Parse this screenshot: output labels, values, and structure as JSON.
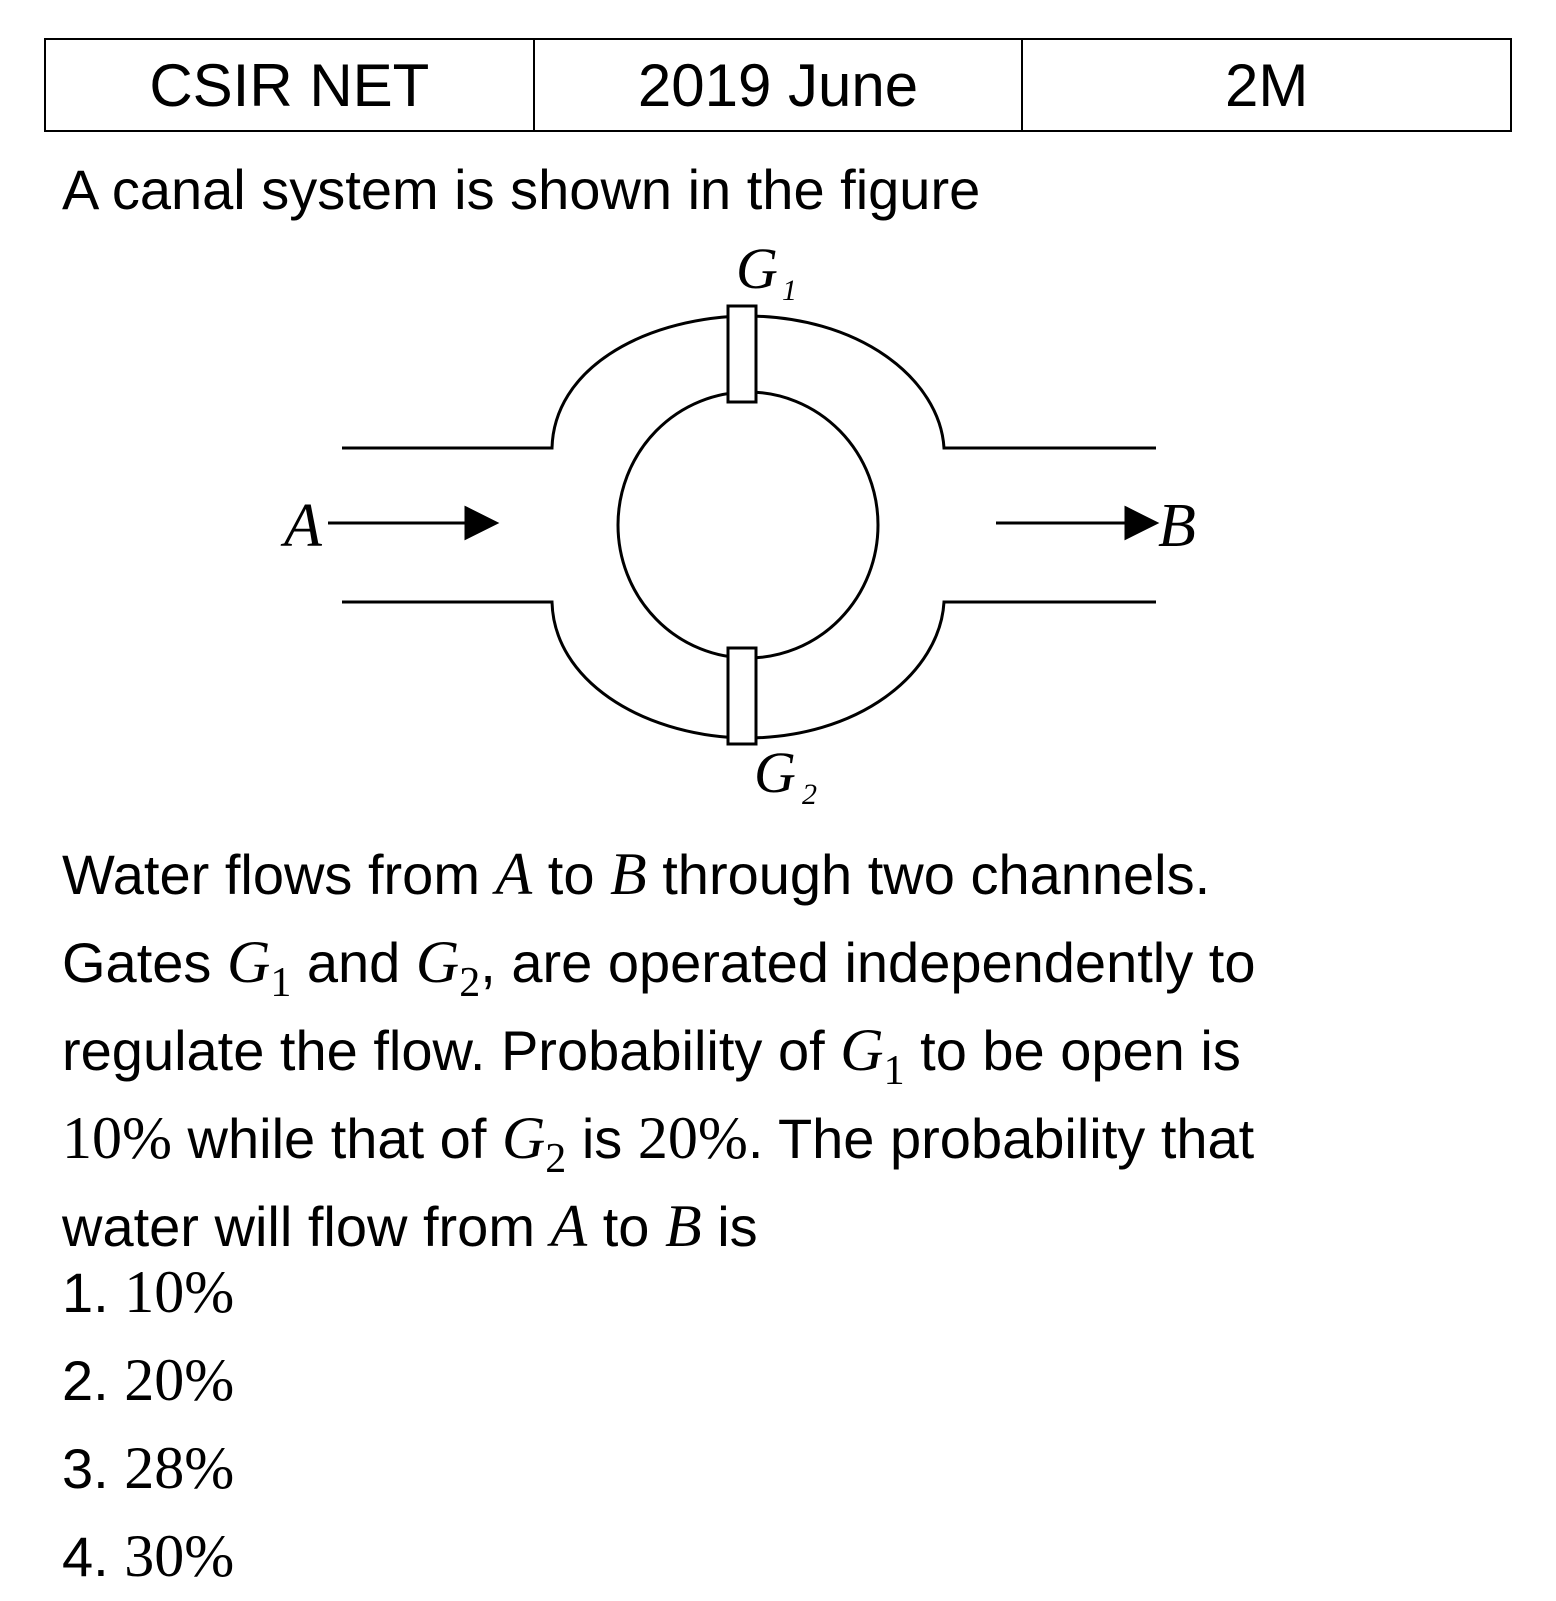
{
  "header": {
    "exam": "CSIR NET",
    "session": "2019 June",
    "marks": "2M"
  },
  "intro": "A canal system is shown in the figure",
  "figure": {
    "label_a": "A",
    "label_b": "B",
    "gate1": {
      "letter": "G",
      "sub": "1"
    },
    "gate2": {
      "letter": "G",
      "sub": "2"
    }
  },
  "question": {
    "l1_t1": "Water flows from ",
    "l1_v1": "A",
    "l1_t2": " to ",
    "l1_v2": "B",
    "l1_t3": " through two channels.",
    "l2_t1": "Gates ",
    "l2_g1": "G",
    "l2_g1s": "1",
    "l2_t2": " and ",
    "l2_g2": "G",
    "l2_g2s": "2",
    "l2_t3": ", are operated independently to",
    "l3_t1": "regulate the flow. Probability of ",
    "l3_g1": "G",
    "l3_g1s": "1",
    "l3_t2": " to be open is",
    "l4_n1": "10%",
    "l4_t1": " while that of ",
    "l4_g2": "G",
    "l4_g2s": "2",
    "l4_t2": " is ",
    "l4_n2": "20%",
    "l4_t3": ". The probability that",
    "l5_t1": "water will flow from ",
    "l5_v1": "A",
    "l5_t2": " to ",
    "l5_v2": "B",
    "l5_t3": " is"
  },
  "options": [
    {
      "num": "1. ",
      "value": "10%"
    },
    {
      "num": "2. ",
      "value": "20%"
    },
    {
      "num": "3. ",
      "value": "28%"
    },
    {
      "num": "4. ",
      "value": "30%"
    }
  ]
}
